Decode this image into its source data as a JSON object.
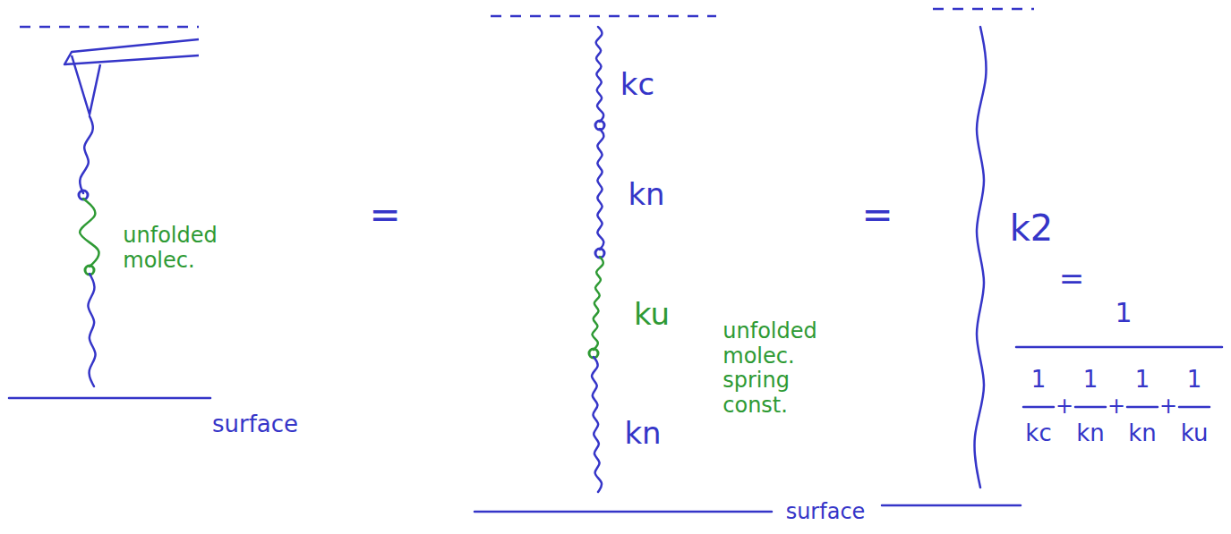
{
  "diagram": {
    "labels": [
      "unfolded molec.",
      "=",
      "kc",
      "kn",
      "ku",
      "unfolded molec. spring const.",
      "kn",
      "=",
      "k2",
      "=",
      "1",
      "1",
      "kc",
      "+",
      "1",
      "kn",
      "+",
      "1",
      "kn",
      "+",
      "1",
      "ku",
      "surface",
      "surface"
    ]
  }
}
